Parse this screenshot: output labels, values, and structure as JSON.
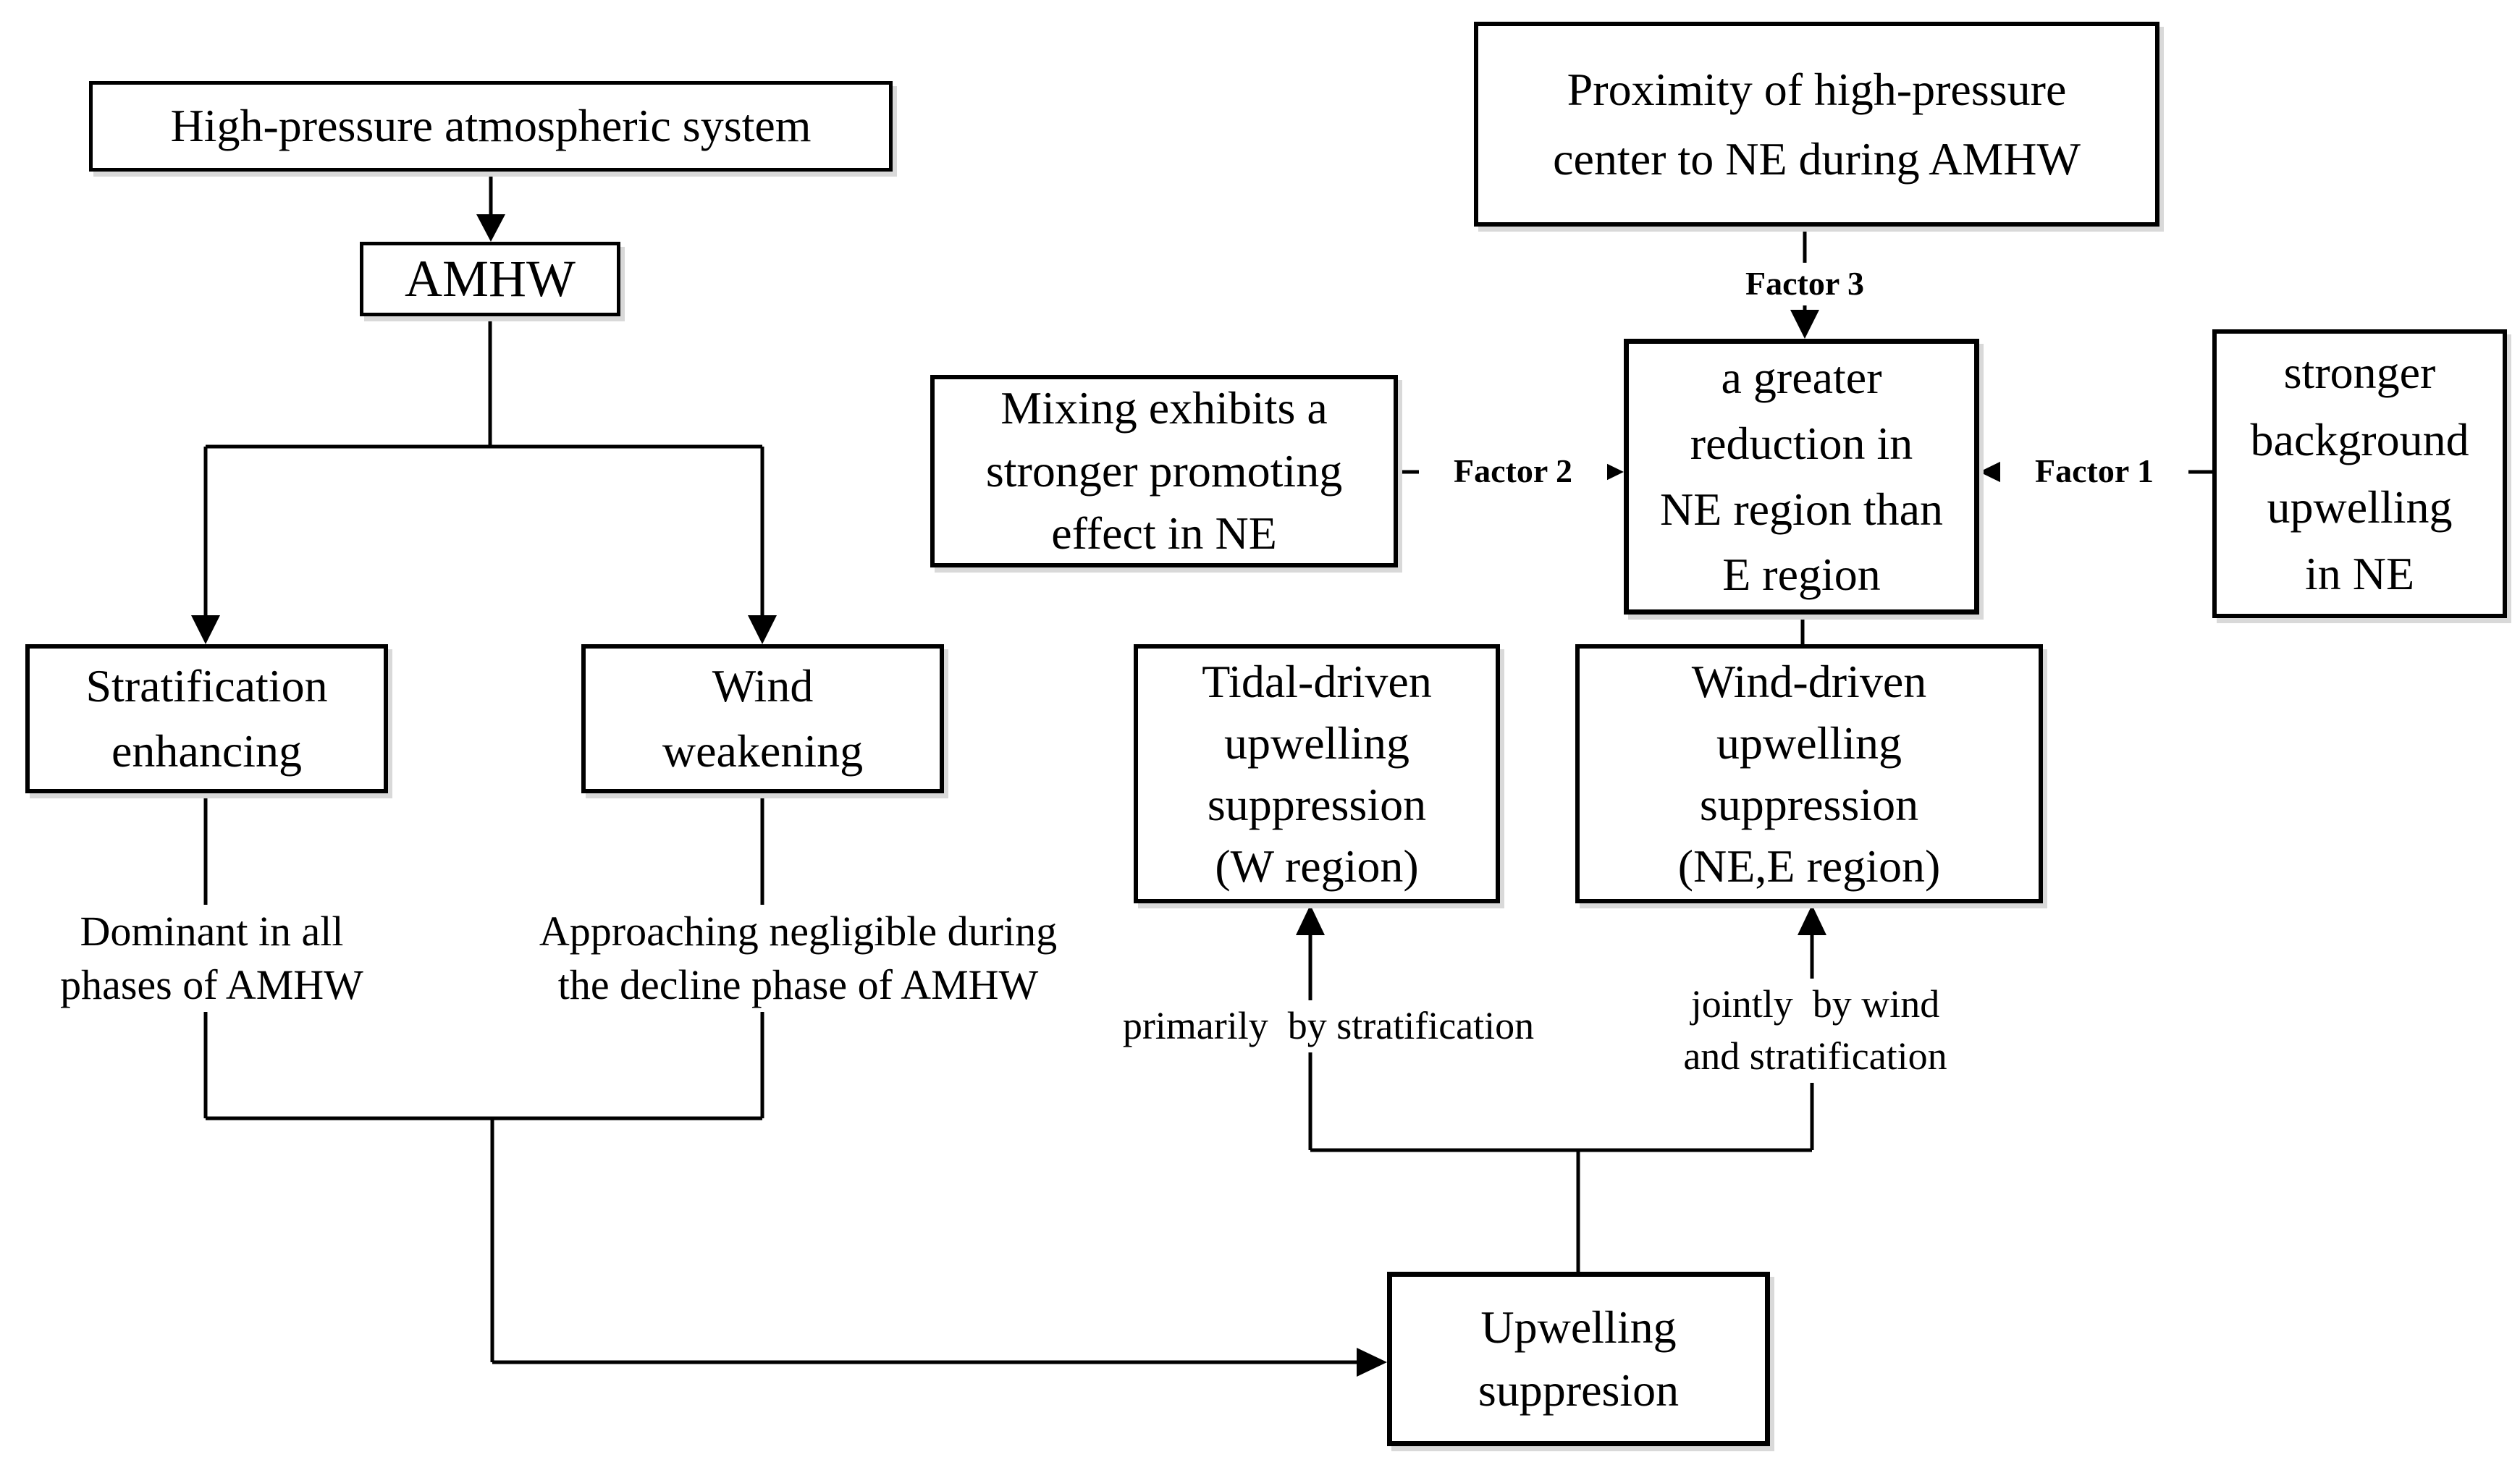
{
  "colors": {
    "ink": "#000000",
    "background": "#ffffff"
  },
  "boxes": {
    "high_pressure": "High-pressure atmospheric system",
    "amhw": "AMHW",
    "proximity": "Proximity of high-pressure\ncenter to NE during AMHW",
    "mixing": "Mixing exhibits a\nstronger promoting\neffect in NE",
    "greater_reduction": "a greater\nreduction in\nNE region than\nE region",
    "stronger_background": "stronger\nbackground\nupwelling\nin NE",
    "stratification": "Stratification\nenhancing",
    "wind_weakening": "Wind\nweakening",
    "tidal_suppression": "Tidal-driven\nupwelling\nsuppression\n(W region)",
    "wind_suppression": "Wind-driven\nupwelling\nsuppression\n(NE,E region)",
    "upwelling_suppression": "Upwelling\nsuppresion"
  },
  "labels": {
    "factor1": "Factor 1",
    "factor2": "Factor 2",
    "factor3": "Factor 3",
    "dominant": "Dominant in all\nphases of AMHW",
    "approaching": "Approaching negligible during\nthe decline phase of AMHW",
    "primarily": "primarily  by stratification",
    "jointly": "jointly  by wind\nand stratification"
  }
}
